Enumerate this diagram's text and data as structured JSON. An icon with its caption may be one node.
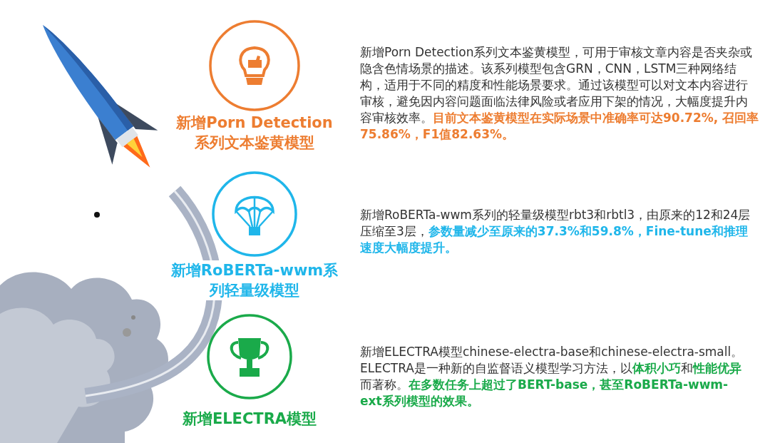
{
  "diagram": {
    "nodes": [
      {
        "text": [
          "新增Porn Detection系列文本鉴黄模型"
        ]
      },
      {
        "text": [
          "新增RoBERTa-wwm系列轻量级模型"
        ]
      },
      {
        "text": [
          "新增ELECTRA模型"
        ]
      }
    ],
    "labels": [
      "新增Porn Detection系列文本鉴黄模型，可用于审核文章内容是否夹杂或隐含色情场景的描述。该系列模型包含GRN，CNN，LSTM三种网络结构，适用于不同的精度和性能场景要求。通过该模型可以对文本内容进行审核，避免因内容问题面临法律风险或者应用下架的情况，大幅度提升内容审核效率。**目前文本鉴黄模型在实际场景中准确率可达90.72%, 召回率75.86%，F1值82.63%。**",
      "新增RoBERTa-wwm系列的轻量级模型rbt3和rbtl3，由原来的12和24层压缩至3层，**参数量减少至原来的37.3%和59.8%，Fine-tune和推理速度大幅度提升。**",
      "新增ELECTRA模型chinese-electra-base和chinese-electra-small。ELECTRA是一种新的自监督语义模型学习方法，以**体积小巧**和**性能优异**而著称。**在多数任务上超过了BERT-base，甚至RoBERTa-wwm-ext系列模型的效果。**"
    ]
  }
}
